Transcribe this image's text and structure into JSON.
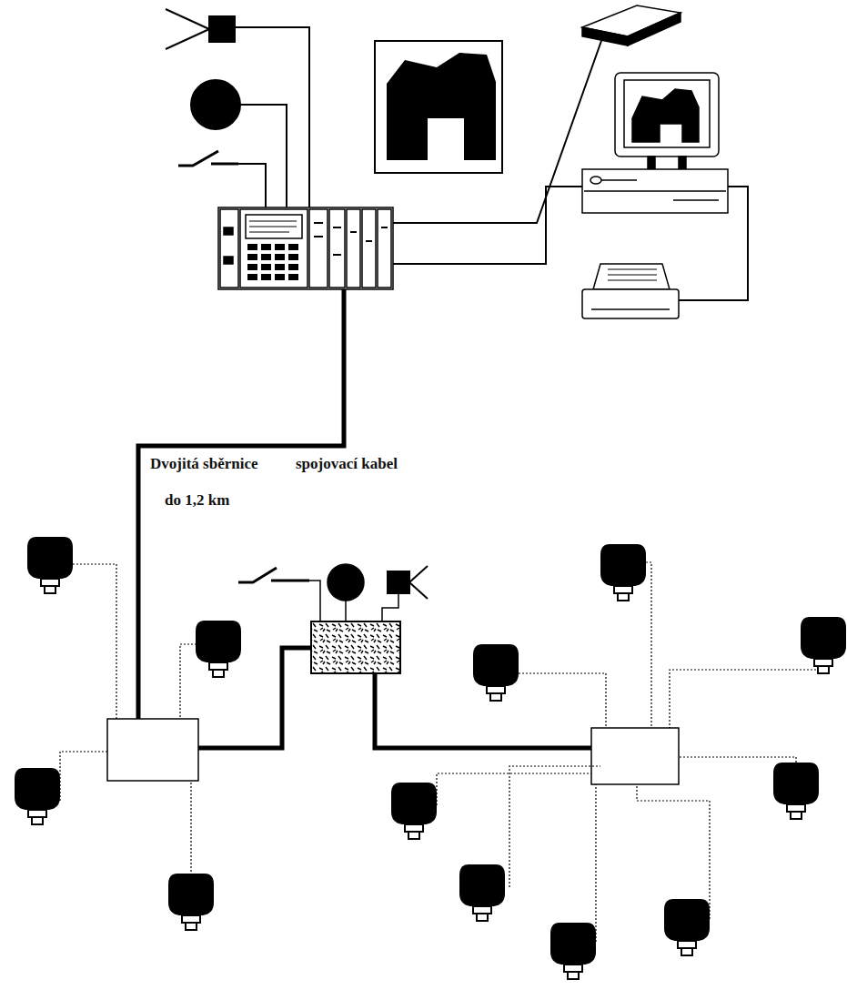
{
  "diagram": {
    "labels": [
      "Dvojitá sběrnice",
      "spojovací kabel",
      "do 1,2 km"
    ]
  }
}
